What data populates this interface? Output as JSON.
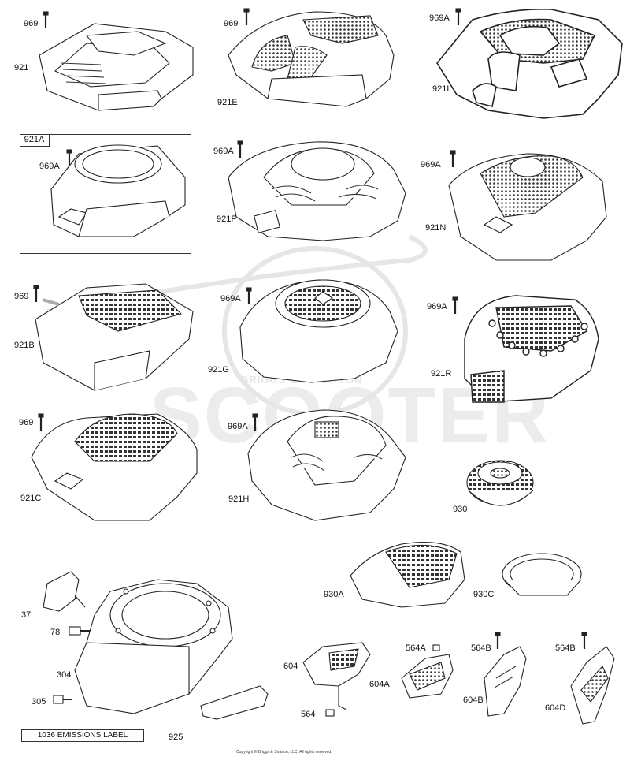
{
  "watermark": {
    "main": "SCOOTER",
    "sub": "BRIGGS & STRATTON"
  },
  "inset_tag": "921A",
  "emissions_label": "1036 EMISSIONS LABEL",
  "copyright": "Copyright © Briggs & Stratton, LLC. All rights reserved.",
  "labels": {
    "l969_1": "969",
    "l921": "921",
    "l969_2": "969",
    "l921E": "921E",
    "l969A_1": "969A",
    "l921L": "921L",
    "l969A_2": "969A",
    "l969A_3": "969A",
    "l921F": "921F",
    "l969A_4": "969A",
    "l921N": "921N",
    "l969_3": "969",
    "l921B": "921B",
    "l969A_5": "969A",
    "l921G": "921G",
    "l969A_6": "969A",
    "l921R": "921R",
    "l969_4": "969",
    "l921C": "921C",
    "l969A_7": "969A",
    "l921H": "921H",
    "l930": "930",
    "l930A": "930A",
    "l930C": "930C",
    "l37": "37",
    "l78": "78",
    "l304": "304",
    "l305": "305",
    "l925": "925",
    "l604": "604",
    "l564": "564",
    "l604A": "604A",
    "l564A": "564A",
    "l564B_1": "564B",
    "l604B": "604B",
    "l564B_2": "564B",
    "l604D": "604D"
  },
  "icons": [
    "screw-icon",
    "blower-housing-cover-icon",
    "rotating-screen-icon",
    "shroud-icon",
    "baffle-icon"
  ]
}
